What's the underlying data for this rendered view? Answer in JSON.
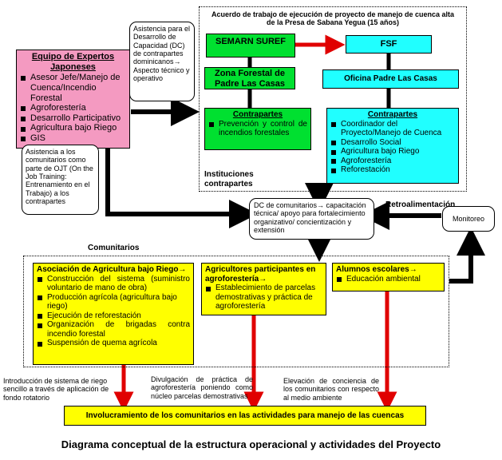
{
  "experts": {
    "title": "Equipo de Expertos Japoneses",
    "items": [
      "Asesor Jefe/Manejo de Cuenca/Incendio Forestal",
      "Agroforestería",
      "Desarrollo Participativo",
      "Agricultura bajo Riego",
      "GIS"
    ]
  },
  "assist_dc": "Asistencia para el Desarrollo de Capacidad (DC) de contrapartes dominicanos→ Aspecto técnico y operativo",
  "assist_ojt": "Asistencia a los comunitarios como parte de OJT (On the Job Training: Entrenamiento en el Trabajo) a los contrapartes",
  "agreement": {
    "title": "Acuerdo de trabajo de ejecución de proyecto de manejo de cuenca alta de la Presa de Sabana Yegua (15 años)",
    "semarn": "SEMARN SUREF",
    "fsf": "FSF",
    "zona": "Zona Forestal de Padre Las Casas",
    "oficina": "Oficina Padre Las Casas",
    "cp_left_title": "Contrapartes",
    "cp_left_items": [
      "Prevención y control de incendios forestales"
    ],
    "cp_right_title": "Contrapartes",
    "cp_right_items": [
      "Coordinador del Proyecto/Manejo de Cuenca",
      "Desarrollo Social",
      "Agricultura bajo Riego",
      "Agroforestería",
      "Reforestación"
    ],
    "inst_label": "Instituciones contrapartes"
  },
  "dc_box": "DC de comunitarios→ capacitación técnica/ apoyo para fortalecimiento organizativo/ concientización y extensión",
  "retro_label": "Retroalimentación",
  "monitoreo": "Monitoreo",
  "comunitarios_label": "Comunitarios",
  "asociacion": {
    "title": "Asociación de Agricultura bajo Riego→",
    "items": [
      "Construcción del sistema (suministro voluntario de mano de obra)",
      "Producción agrícola (agricultura bajo riego)",
      "Ejecución de reforestación",
      "Organización de brigadas contra incendio forestal",
      "Suspensión de quema agrícola"
    ]
  },
  "agricultores": {
    "title": "Agricultores participantes en agroforestería→",
    "items": [
      "Establecimiento de parcelas demostrativas y práctica de agroforestería"
    ]
  },
  "alumnos": {
    "title": "Alumnos escolares→",
    "items": [
      "Educación ambiental"
    ]
  },
  "out1": "Introducción de sistema de riego sencillo a través de aplicación de fondo rotatorio",
  "out2": "Divulgación de práctica de agroforestería poniendo como núcleo parcelas demostrativas",
  "out3": "Elevación de conciencia de los comunitarios con respecto al medio ambiente",
  "involucramiento": "Involucramiento de los comunitarios en las actividades para manejo de las cuencas",
  "caption": "Diagrama conceptual de la estructura operacional y actividades del Proyecto"
}
